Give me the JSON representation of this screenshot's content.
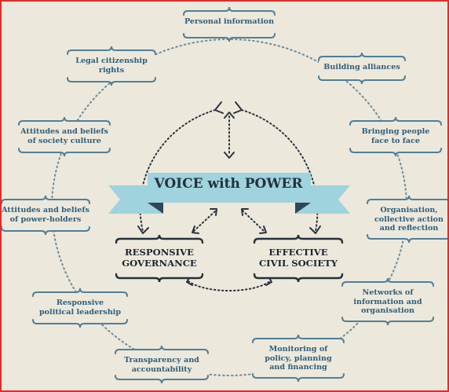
{
  "title": "VOICE with POWER",
  "centers": {
    "left": "RESPONSIVE\nGOVERNANCE",
    "right": "EFFECTIVE\nCIVIL SOCIETY"
  },
  "nodes": [
    {
      "id": "personal",
      "text": "Personal information"
    },
    {
      "id": "alliances",
      "text": "Building alliances"
    },
    {
      "id": "face",
      "text": "Bringing people\nface to face"
    },
    {
      "id": "organisation",
      "text": "Organisation,\ncollective action\nand reflection"
    },
    {
      "id": "networks",
      "text": "Networks of\ninformation and\norganisation"
    },
    {
      "id": "monitoring",
      "text": "Monitoring of\npolicy, planning\nand financing"
    },
    {
      "id": "transparency",
      "text": "Transparency and\naccountability"
    },
    {
      "id": "leadership",
      "text": "Responsive\npolitical leadership"
    },
    {
      "id": "beliefs_power",
      "text": "Attitudes and beliefs\nof power-holders"
    },
    {
      "id": "beliefs_society",
      "text": "Attitudes and beliefs\nof society culture"
    },
    {
      "id": "citizenship",
      "text": "Legal citizenship\nrights"
    }
  ],
  "colors": {
    "background": "#ece8db",
    "label_text": "#2f5f7d",
    "bracket": "#4f7f9a",
    "banner": "#9fd3dd",
    "banner_fold": "#2f4656",
    "dots": "#6a8aa0",
    "border": "#e32b2b"
  }
}
